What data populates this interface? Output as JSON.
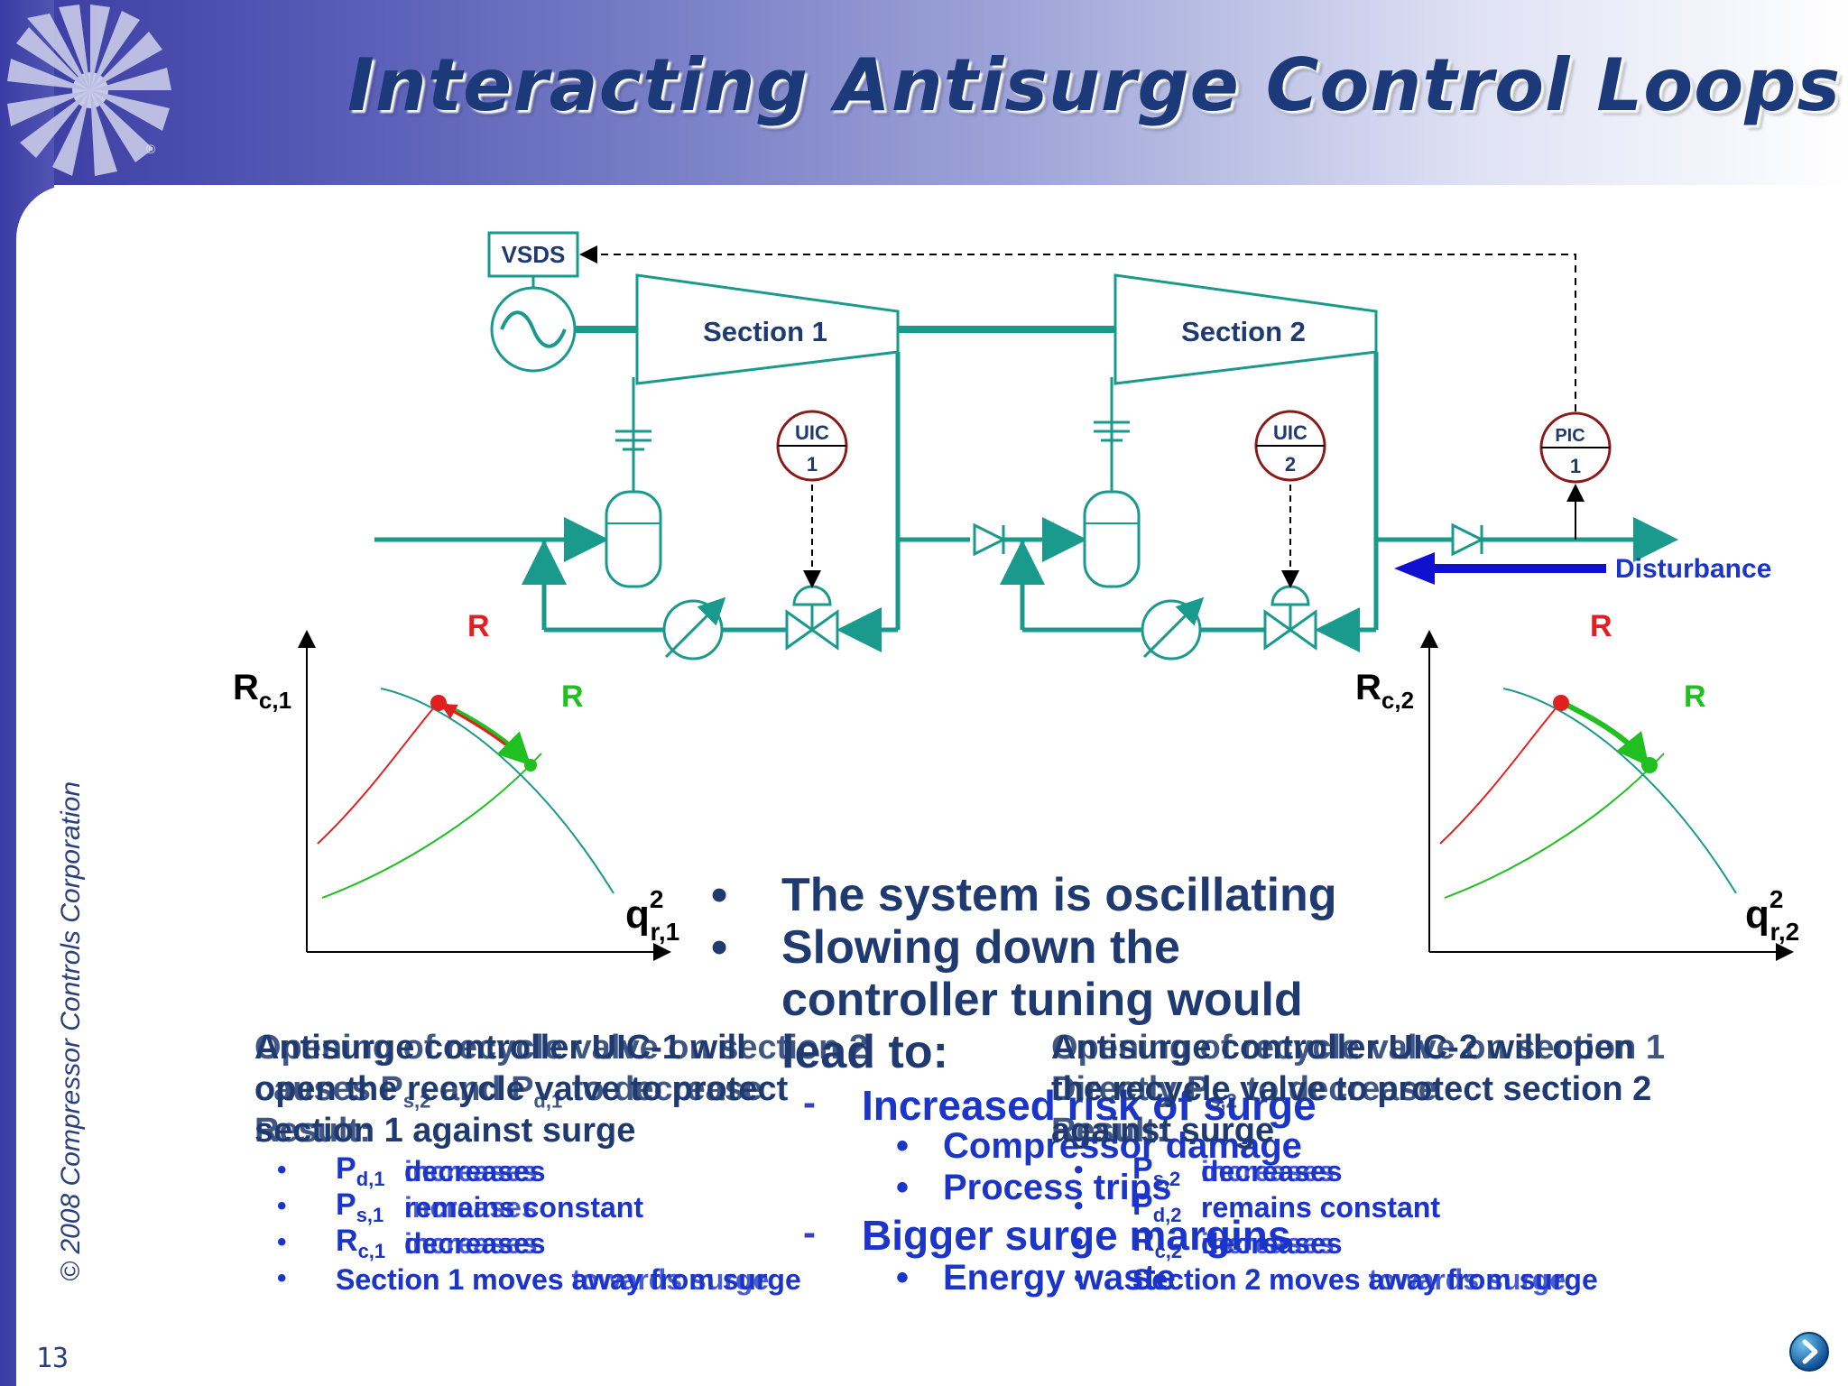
{
  "slide": {
    "title": "Interacting Antisurge Control Loops",
    "copyright": "© 2008  Compressor Controls Corporation",
    "page_number": "13"
  },
  "diagram": {
    "vsds_label": "VSDS",
    "section1_label": "Section 1",
    "section2_label": "Section 2",
    "uic1": {
      "tag": "UIC",
      "num": "1"
    },
    "uic2": {
      "tag": "UIC",
      "num": "2"
    },
    "pic1": {
      "tag": "PIC",
      "num": "1"
    },
    "disturbance_label": "Disturbance",
    "colors": {
      "pipe": "#1a9a8c",
      "instrument": "#8b1a1a",
      "disturbance": "#1010d0",
      "r_red": "#e02020",
      "r_green": "#20c020"
    }
  },
  "map_left": {
    "y_label_main": "R",
    "y_label_sub": "c,1",
    "x_label_main": "q",
    "x_label_sup": "2",
    "x_label_sub": "r,1",
    "label_red": "R",
    "label_green": "R"
  },
  "map_right": {
    "y_label_main": "R",
    "y_label_sub": "c,2",
    "x_label_main": "q",
    "x_label_sup": "2",
    "x_label_sub": "r,2",
    "label_red": "R",
    "label_green": "R"
  },
  "bullets": {
    "b1": "The system is oscillating",
    "b2": "Slowing down the",
    "b3": "controller tuning would",
    "b4": "lead to:",
    "dash1": "Increased risk of surge",
    "sub1": "Compressor damage",
    "sub2": "Process trips",
    "dash2": "Bigger surge margins",
    "sub3": "Energy waste"
  },
  "left_text": {
    "line1a": "Antisurge controller UIC-1 will",
    "line1b": "Opening of recycle valve on section 2",
    "line2a": "open the recycle valve to protect",
    "line2b": "causes P",
    "line2b_sub": "s,2",
    "line2b_end": " and P",
    "line2b_sub2": "d,1",
    "line2b_end2": " to decrease",
    "line3a": "section 1 against surge",
    "line3b": "Result:",
    "item1_main": "P",
    "item1_sub": "d,1",
    "item1_a": "decreases",
    "item1_b": "increases",
    "item2_main": "P",
    "item2_sub": "s,1",
    "item2_a": "remains constant",
    "item2_b": "increases",
    "item3_main": "R",
    "item3_sub": "c,1",
    "item3_a": "decreases",
    "item3_b": "increases",
    "item4_a": "Section 1 moves away from surge",
    "item4_b": "Section 1 moves towards surge"
  },
  "right_text": {
    "line1a": "Antisurge controller UIC-2 will open",
    "line1b": "Opening of recycle valve on section 1",
    "line2a": "the recycle valve to protect section 2",
    "line2b": "Directly P",
    "line2b_sub": "s,2",
    "line2b_end": " to decrease",
    "line3a": "against surge",
    "line3b": "Result:",
    "item1_main": "P",
    "item1_sub": "s,2",
    "item1_a": "decreases",
    "item1_b": "increases",
    "item2_main": "P",
    "item2_sub": "d,2",
    "item2_a": "remains constant",
    "item2_b": "remains constant",
    "item3_main": "R",
    "item3_sub": "c,2",
    "item3_a": "decreases",
    "item3_b": "increases",
    "item4_a": "Section 2 moves away from surge",
    "item4_b": "Section 2 moves towards surge"
  }
}
